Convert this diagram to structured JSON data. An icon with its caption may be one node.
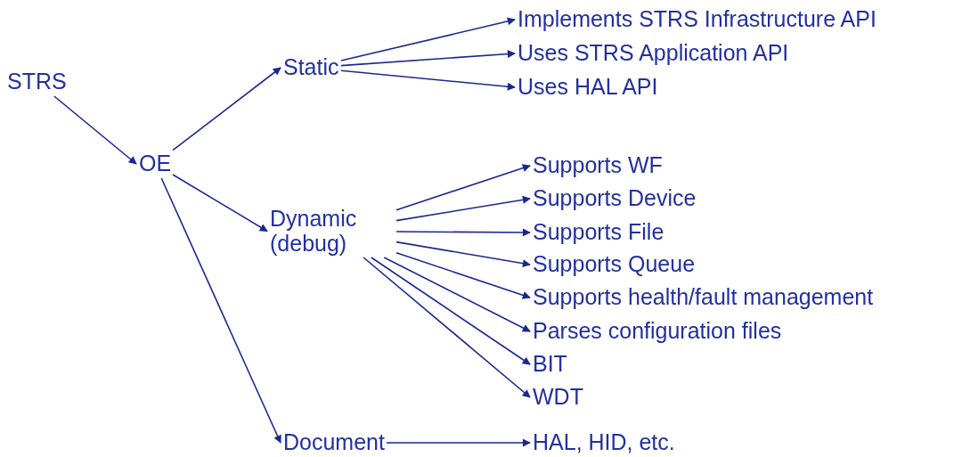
{
  "diagram": {
    "nodes": [
      {
        "text": [
          "STRS"
        ]
      },
      {
        "text": [
          "OE"
        ]
      },
      {
        "text": [
          "Static"
        ]
      },
      {
        "text": [
          "Dynamic (debug)"
        ]
      },
      {
        "text": [
          "Document"
        ]
      },
      {
        "text": [
          "Implements STRS Infrastructure API"
        ]
      },
      {
        "text": [
          "Uses STRS Application API"
        ]
      },
      {
        "text": [
          "Uses HAL API"
        ]
      },
      {
        "text": [
          "Supports WF"
        ]
      },
      {
        "text": [
          "Supports Device"
        ]
      },
      {
        "text": [
          "Supports File"
        ]
      },
      {
        "text": [
          "Supports Queue"
        ]
      },
      {
        "text": [
          "Supports health/fault management"
        ]
      },
      {
        "text": [
          "Parses configuration files"
        ]
      },
      {
        "text": [
          "BIT"
        ]
      },
      {
        "text": [
          "WDT"
        ]
      },
      {
        "text": [
          "HAL, HID, etc."
        ]
      }
    ],
    "edges": [
      {
        "from": 0,
        "to": 1,
        "arrow": "to"
      },
      {
        "from": 1,
        "to": 2,
        "arrow": "to"
      },
      {
        "from": 1,
        "to": 3,
        "arrow": "to"
      },
      {
        "from": 1,
        "to": 4,
        "arrow": "to"
      },
      {
        "from": 2,
        "to": 5,
        "arrow": "to"
      },
      {
        "from": 2,
        "to": 6,
        "arrow": "to"
      },
      {
        "from": 2,
        "to": 7,
        "arrow": "to"
      },
      {
        "from": 3,
        "to": 8,
        "arrow": "to"
      },
      {
        "from": 3,
        "to": 9,
        "arrow": "to"
      },
      {
        "from": 3,
        "to": 10,
        "arrow": "to"
      },
      {
        "from": 3,
        "to": 11,
        "arrow": "to"
      },
      {
        "from": 3,
        "to": 12,
        "arrow": "to"
      },
      {
        "from": 3,
        "to": 13,
        "arrow": "to"
      },
      {
        "from": 3,
        "to": 14,
        "arrow": "to"
      },
      {
        "from": 3,
        "to": 15,
        "arrow": "to"
      },
      {
        "from": 4,
        "to": 16,
        "arrow": "to"
      }
    ]
  }
}
